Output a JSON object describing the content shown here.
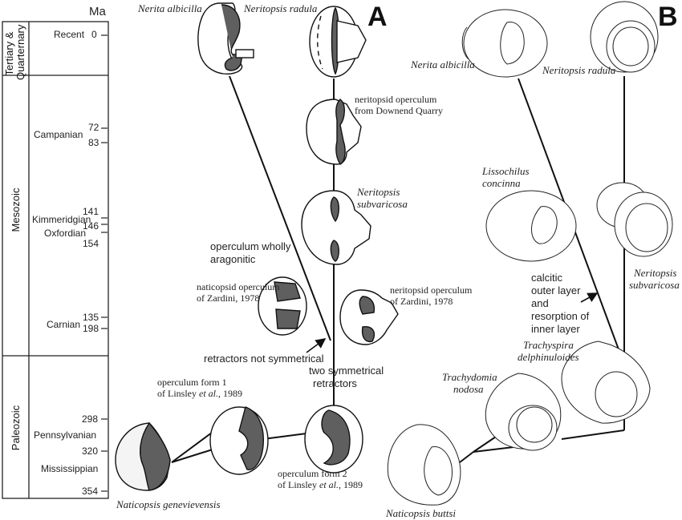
{
  "timescale": {
    "unit_label": "Ma",
    "eras": [
      {
        "label_line1": "Tertiary &",
        "label_line2": "Quarternary"
      },
      {
        "label": "Mesozoic"
      },
      {
        "label": "Paleozoic"
      }
    ],
    "stages": [
      {
        "name": "Recent",
        "ticks": [
          "0"
        ]
      },
      {
        "name": "Campanian",
        "ticks": [
          "72",
          "83"
        ]
      },
      {
        "name": "Kimmeridgian",
        "ticks": [
          "141",
          "146"
        ]
      },
      {
        "name": "Oxfordian",
        "ticks": [
          "154"
        ]
      },
      {
        "name": "Carnian",
        "ticks": [
          "135",
          "198"
        ]
      },
      {
        "name": "Pennsylvanian",
        "ticks": [
          "298",
          "320"
        ]
      },
      {
        "name": "Mississippian",
        "ticks": [
          "354"
        ]
      }
    ]
  },
  "panel_a": {
    "label": "A",
    "taxa": {
      "nerita_albicilla": "Nerita albicilla",
      "neritopsis_radula": "Neritopsis radula",
      "downend_line1": "neritopsid operculum",
      "downend_line2": "from Downend Quarry",
      "neritopsis_subvaricosa_line1": "Neritopsis",
      "neritopsis_subvaricosa_line2": "subvaricosa",
      "naticopsid_zardini_line1": "naticopsid operculum",
      "naticopsid_zardini_line2": "of Zardini, 1978",
      "neritopsid_zardini_line1": "neritopsid operculum",
      "neritopsid_zardini_line2": "of Zardini, 1978",
      "form1_line1": "operculum form 1",
      "form1_line2_pre": "of Linsley ",
      "form1_line2_ital": "et al.",
      "form1_line2_post": ", 1989",
      "form2_line1": "operculum form 2",
      "form2_line2_pre": "of Linsley ",
      "form2_line2_ital": "et al.",
      "form2_line2_post": ", 1989",
      "naticopsis_genevievensis": "Naticopsis genevievensis"
    },
    "annotations": {
      "wholly_line1": "operculum wholly",
      "wholly_line2": "aragonitic",
      "not_symmetrical": "retractors not symmetrical",
      "two_sym_line1": "two symmetrical",
      "two_sym_line2": "retractors"
    }
  },
  "panel_b": {
    "label": "B",
    "taxa": {
      "nerita_albicilla": "Nerita albicilla",
      "neritopsis_radula": "Neritopsis radula",
      "lissochilus_line1": "Lissochilus",
      "lissochilus_line2": "concinna",
      "subvaricosa_line1": "Neritopsis",
      "subvaricosa_line2": "subvaricosa",
      "trachyspira_line1": "Trachyspira",
      "trachyspira_line2": "delphinuloides",
      "trachydomia_line1": "Trachydomia",
      "trachydomia_line2": "nodosa",
      "naticopsis_buttsi": "Naticopsis buttsi"
    },
    "annotations": {
      "calcitic_line1": "calcitic",
      "calcitic_line2": "outer layer",
      "calcitic_line3": "and",
      "calcitic_line4": "resorption of",
      "calcitic_line5": "inner layer"
    }
  },
  "colors": {
    "ink": "#111111",
    "operculum_fill": "#5f5f5f",
    "background": "#ffffff"
  }
}
